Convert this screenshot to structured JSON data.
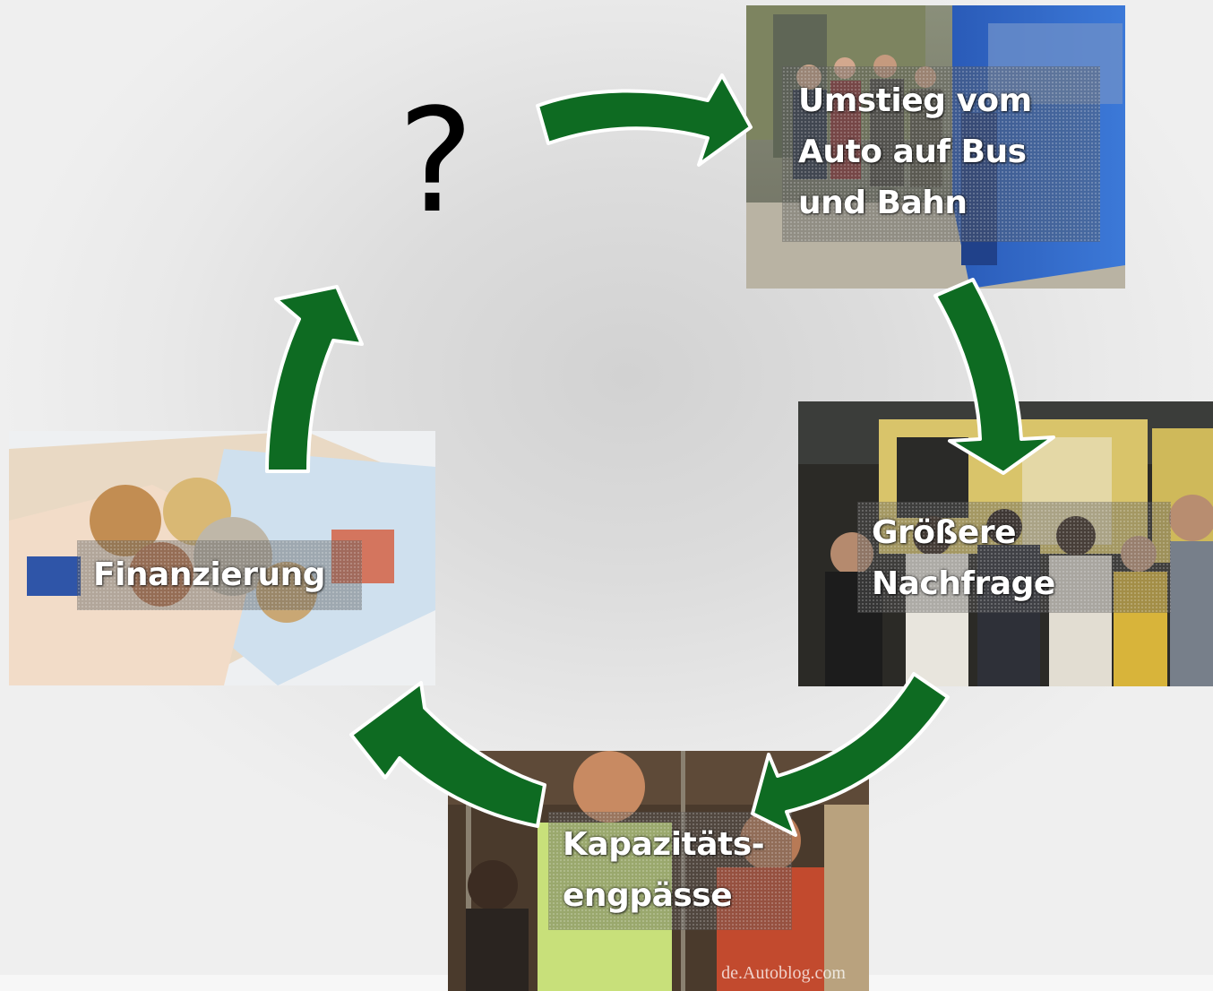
{
  "diagram": {
    "question_mark": "?",
    "nodes": [
      {
        "id": "umstieg",
        "label": "Umstieg vom\nAuto auf Bus\nund Bahn",
        "photo": "bus-stop-photo"
      },
      {
        "id": "nachfrage",
        "label": "Größere\nNachfrage",
        "photo": "crowded-platform-photo"
      },
      {
        "id": "kapazitaet",
        "label": "Kapazitäts-\nengpässe",
        "photo": "crowded-bus-interior-photo",
        "watermark": "de.Autoblog.com"
      },
      {
        "id": "finanzierung",
        "label": "Finanzierung",
        "photo": "euro-money-photo"
      }
    ],
    "arrow_color": "#0e6b22",
    "arrow_outline": "#ffffff"
  }
}
